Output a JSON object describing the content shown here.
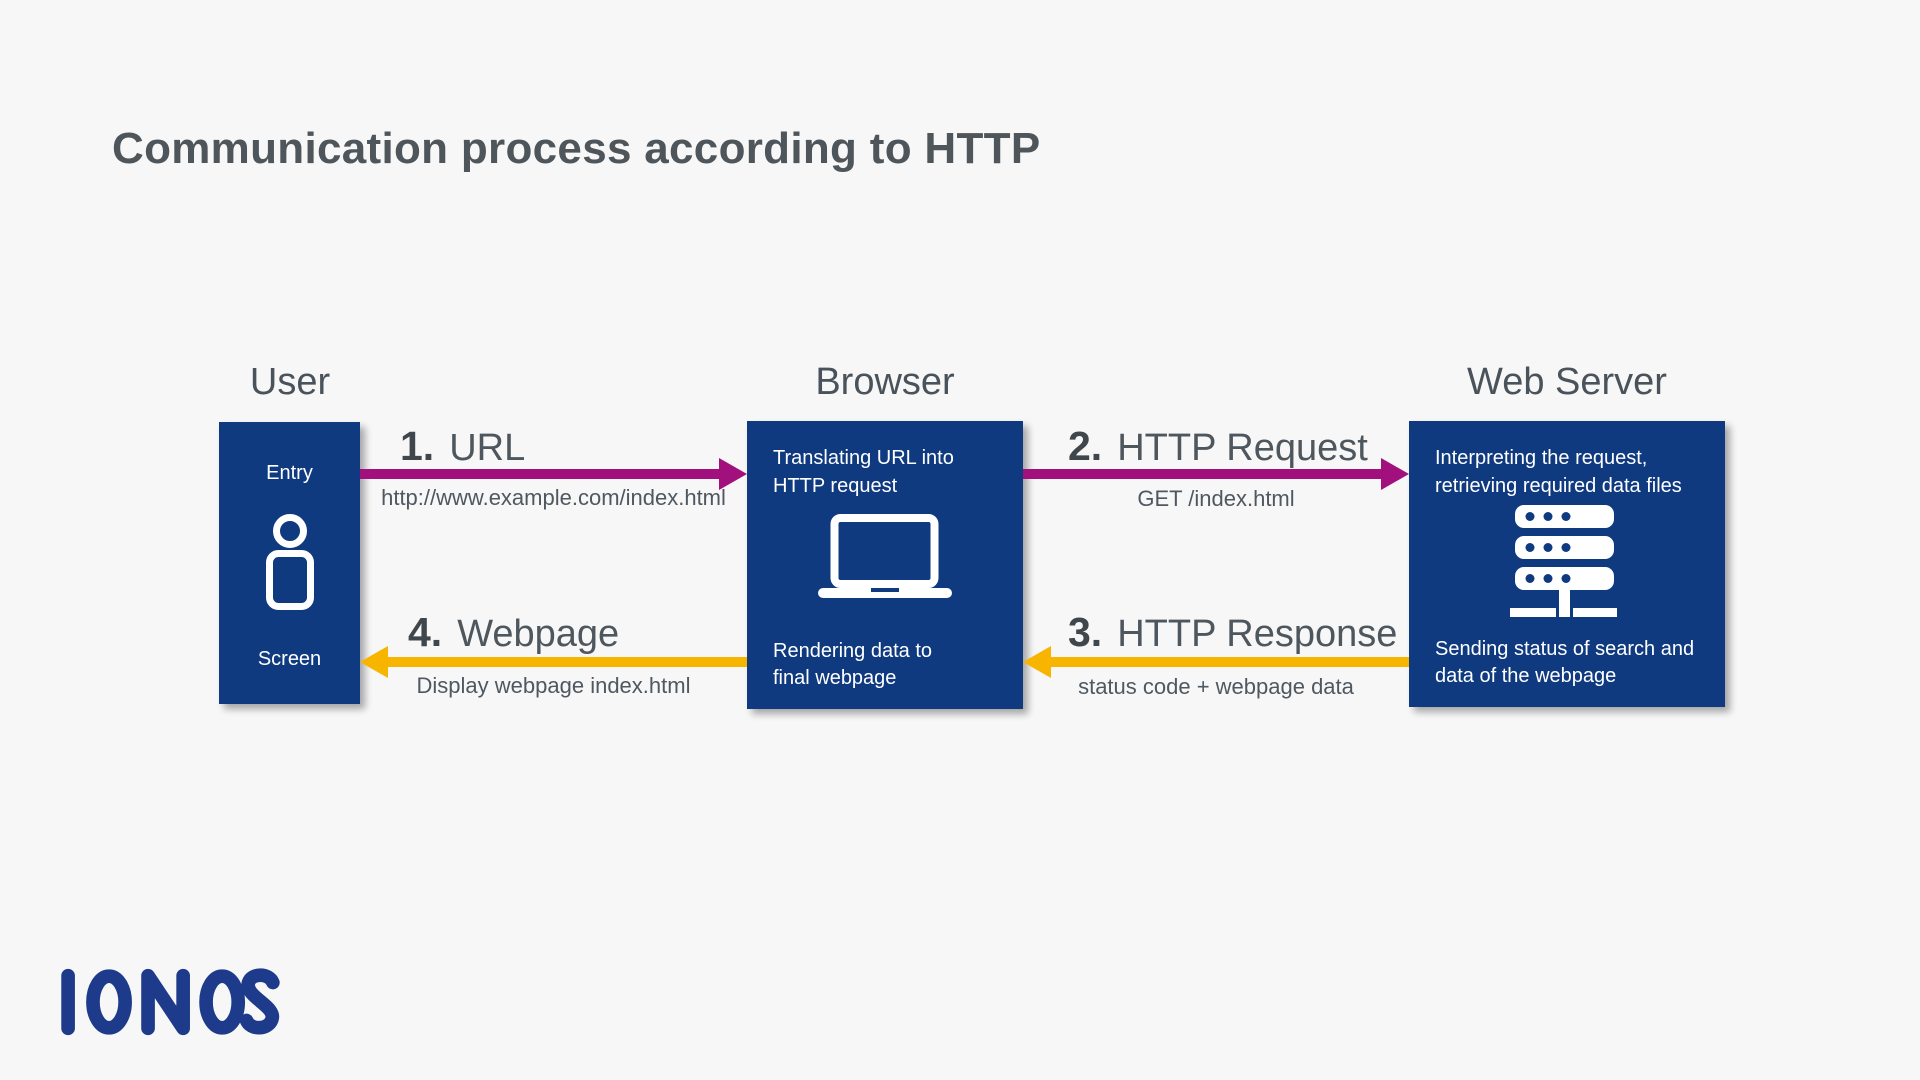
{
  "title": "Communication process according to HTTP",
  "logo_text": "IONOS",
  "colors": {
    "background": "#f7f7f7",
    "box_blue": "#0f3a80",
    "arrow_magenta": "#a2107e",
    "arrow_yellow": "#f8b500",
    "title_gray": "#4e565c",
    "heading_gray": "#4a535b",
    "logo_blue": "#1d3b8a",
    "box_text_white": "#ffffff"
  },
  "columns": [
    {
      "heading": "User",
      "box": {
        "top_label": "Entry",
        "bottom_label": "Screen",
        "icon": "person-icon"
      }
    },
    {
      "heading": "Browser",
      "box": {
        "top_text": "Translating URL into\nHTTP request",
        "bottom_text": "Rendering data to\nfinal webpage",
        "icon": "laptop-icon"
      }
    },
    {
      "heading": "Web Server",
      "box": {
        "top_text": "Interpreting the request,\nretrieving required data files",
        "bottom_text": "Sending status of search and\ndata of the webpage",
        "icon": "server-icon"
      }
    }
  ],
  "steps": [
    {
      "number": "1.",
      "label": "URL",
      "sublabel": "http://www.example.com/index.html",
      "direction": "right",
      "color": "#a2107e"
    },
    {
      "number": "2.",
      "label": "HTTP Request",
      "sublabel": "GET /index.html",
      "direction": "right",
      "color": "#a2107e"
    },
    {
      "number": "3.",
      "label": "HTTP Response",
      "sublabel": "status code + webpage data",
      "direction": "left",
      "color": "#f8b500"
    },
    {
      "number": "4.",
      "label": "Webpage",
      "sublabel": "Display webpage index.html",
      "direction": "left",
      "color": "#f8b500"
    }
  ]
}
